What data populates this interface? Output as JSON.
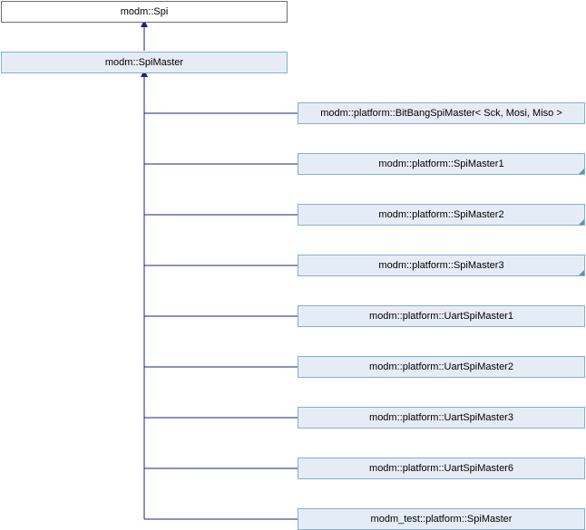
{
  "root": {
    "label": "modm::Spi"
  },
  "base": {
    "label": "modm::SpiMaster"
  },
  "children": [
    {
      "label": "modm::platform::BitBangSpiMaster< Sck, Mosi, Miso >",
      "has_more": false
    },
    {
      "label": "modm::platform::SpiMaster1",
      "has_more": true
    },
    {
      "label": "modm::platform::SpiMaster2",
      "has_more": true
    },
    {
      "label": "modm::platform::SpiMaster3",
      "has_more": true
    },
    {
      "label": "modm::platform::UartSpiMaster1",
      "has_more": false
    },
    {
      "label": "modm::platform::UartSpiMaster2",
      "has_more": false
    },
    {
      "label": "modm::platform::UartSpiMaster3",
      "has_more": false
    },
    {
      "label": "modm::platform::UartSpiMaster6",
      "has_more": false
    },
    {
      "label": "modm_test::platform::SpiMaster",
      "has_more": false
    }
  ],
  "colors": {
    "edge": "#1a237e",
    "node_fill": "#e6ecf6",
    "node_border": "#84b0c7",
    "root_border": "#6f6f6f",
    "corner_marker": "#5b8fd0"
  }
}
